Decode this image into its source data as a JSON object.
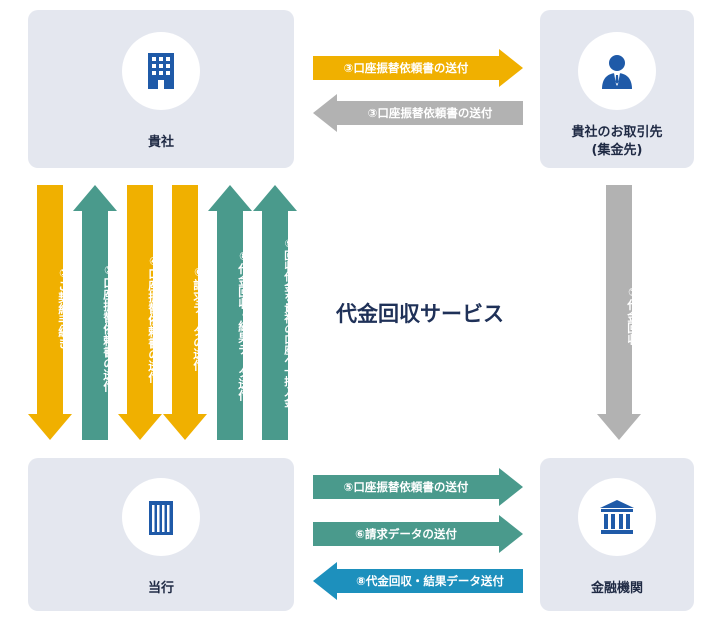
{
  "nodes": {
    "company": {
      "label": "貴社",
      "icon": "office-building-icon"
    },
    "customer": {
      "label": "貴社のお取引先\n(集金先)",
      "icon": "businessperson-icon"
    },
    "bank": {
      "label": "当行",
      "icon": "bank-building-icon"
    },
    "financial": {
      "label": "金融機関",
      "icon": "institution-pillars-icon"
    }
  },
  "center_title": "代金回収サービス",
  "top_arrows": [
    {
      "text": "③口座振替依頼書の送付",
      "direction": "right",
      "color": "#f0b000"
    },
    {
      "text": "③口座振替依頼書の送付",
      "direction": "left",
      "color": "#b2b2b2"
    }
  ],
  "bottom_arrows": [
    {
      "text": "⑤口座振替依頼書の送付",
      "direction": "right",
      "color": "#4a9a8c"
    },
    {
      "text": "⑥請求データの送付",
      "direction": "right",
      "color": "#4a9a8c"
    },
    {
      "text": "⑧代金回収・結果データ送付",
      "direction": "left",
      "color": "#1d90bd"
    }
  ],
  "vertical_arrows": [
    {
      "text": "①ご契約手続き",
      "direction": "down",
      "color": "#f0b000"
    },
    {
      "text": "②口座振替依頼書の送付",
      "direction": "up",
      "color": "#4a9a8c"
    },
    {
      "text": "④口座振替依頼書の送付",
      "direction": "down",
      "color": "#f0b000"
    },
    {
      "text": "⑥請求データの送付",
      "direction": "down",
      "color": "#f0b000"
    },
    {
      "text": "⑧代金回収・結果データ送付",
      "direction": "up",
      "color": "#4a9a8c"
    },
    {
      "text": "⑨回収代金を貴社の口座へ一括入金",
      "direction": "up",
      "color": "#4a9a8c"
    }
  ],
  "right_arrow": {
    "text": "⑦代金回収",
    "direction": "down",
    "color": "#b2b2b2"
  },
  "colors": {
    "node_bg": "#e4e7ef",
    "icon_blue": "#1f5aa8",
    "title": "#1f3158"
  }
}
